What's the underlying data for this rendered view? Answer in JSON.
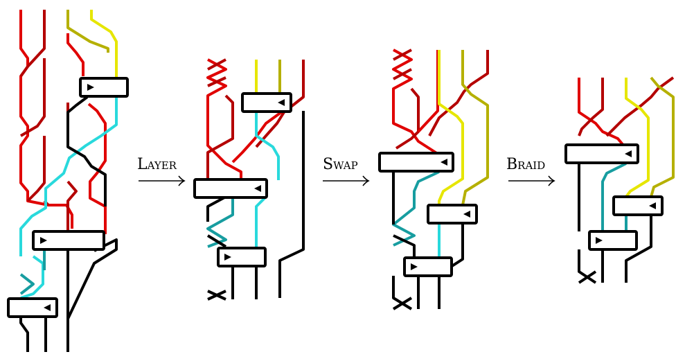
{
  "steps": [
    {
      "label": "Layer"
    },
    {
      "label": "Swap"
    },
    {
      "label": "Braid"
    }
  ],
  "colors": {
    "red": "#e00000",
    "dark_red": "#b40000",
    "olive": "#b5b000",
    "yellow": "#e6e600",
    "cyan": "#29d9dc",
    "teal": "#179da0",
    "black": "#000000"
  },
  "icons": [
    "right-pointing-triangle-icon",
    "left-pointing-triangle-icon"
  ]
}
